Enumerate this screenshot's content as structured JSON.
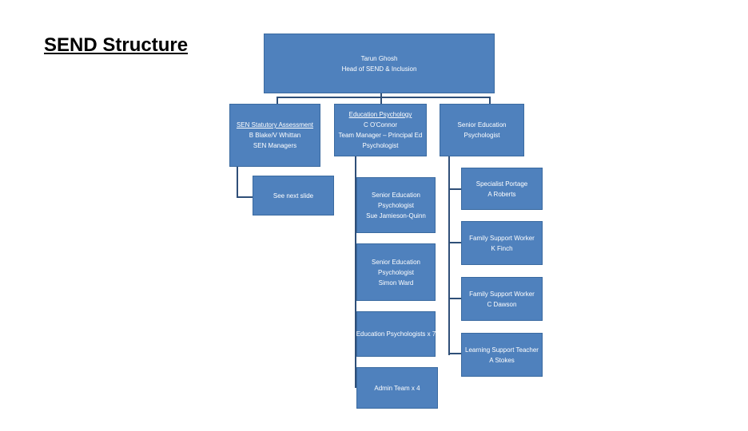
{
  "title": "SEND Structure",
  "head": {
    "name": "Tarun Ghosh",
    "role": "Head of SEND & Inclusion"
  },
  "sen": {
    "line1": "SEN Statutory Assessment",
    "line2": "B Blake/V Whittan",
    "line3": "SEN Managers"
  },
  "edpsych": {
    "line1": "Education Psychology",
    "line2": "C O'Connor",
    "line3": "Team Manager – Principal Ed",
    "line4": "Psychologist"
  },
  "senior_right": {
    "line1": "Senior Education",
    "line2": "Psychologist"
  },
  "next_slide": "See next slide",
  "senior1": {
    "line1": "Senior Education",
    "line2": "Psychologist",
    "line3": "Sue Jamieson-Quinn"
  },
  "senior2": {
    "line1": "Senior Education",
    "line2": "Psychologist",
    "line3": "Simon Ward"
  },
  "edpsychs": "Education Psychologists x 7",
  "admin": "Admin Team x 4",
  "portage": {
    "line1": "Specialist Portage",
    "line2": "A Roberts"
  },
  "fsw1": {
    "line1": "Family Support Worker",
    "line2": "K Finch"
  },
  "fsw2": {
    "line1": "Family Support Worker",
    "line2": "C Dawson"
  },
  "lst": {
    "line1": "Learning Support Teacher",
    "line2": "A Stokes"
  }
}
